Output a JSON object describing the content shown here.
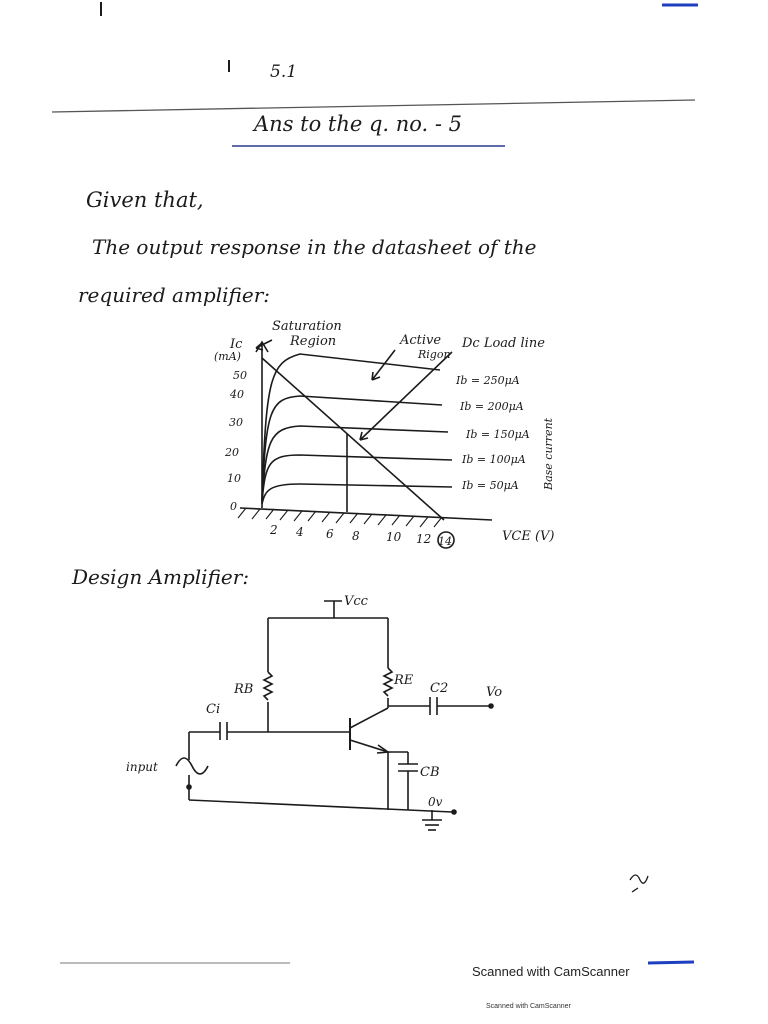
{
  "page": {
    "page_number": "5.1",
    "title": "Ans to the q. no. - 5",
    "given_heading": "Given that,",
    "intro_line1": "The output response in the datasheet of the",
    "intro_line2": "required amplifier:",
    "design_heading": "Design Amplifier:",
    "stamp_main": "Scanned with CamScanner",
    "stamp_small": "Scanned with CamScanner"
  },
  "graph": {
    "y_axis_label_1": "Ic",
    "y_axis_label_2": "(mA)",
    "saturation_label_1": "Saturation",
    "saturation_label_2": "Region",
    "active_label_1": "Active",
    "active_label_2": "Rigon",
    "dc_load_line_label": "Dc Load line",
    "x_axis_label": "VCE (V)",
    "side_label": "Base current",
    "y_ticks": [
      "50",
      "40",
      "30",
      "20",
      "10",
      "0"
    ],
    "x_ticks": [
      "2",
      "4",
      "6",
      "8",
      "10",
      "12",
      "14"
    ],
    "curve_labels": [
      "Ib = 250μA",
      "Ib = 200μA",
      "Ib = 150μA",
      "Ib = 100μA",
      "Ib = 50μA"
    ]
  },
  "circuit": {
    "vcc_label": "Vcc",
    "rb_label": "RB",
    "re_label": "RE",
    "c2_label": "C2",
    "vo_label": "Vo",
    "ci_label": "Ci",
    "input_label": "input",
    "cb_label": "CB",
    "ground_label": "0v"
  },
  "colors": {
    "ink": "#1b1b1b",
    "title_underline": "#2a3a8a",
    "corner_mark": "#1e3fbf"
  }
}
